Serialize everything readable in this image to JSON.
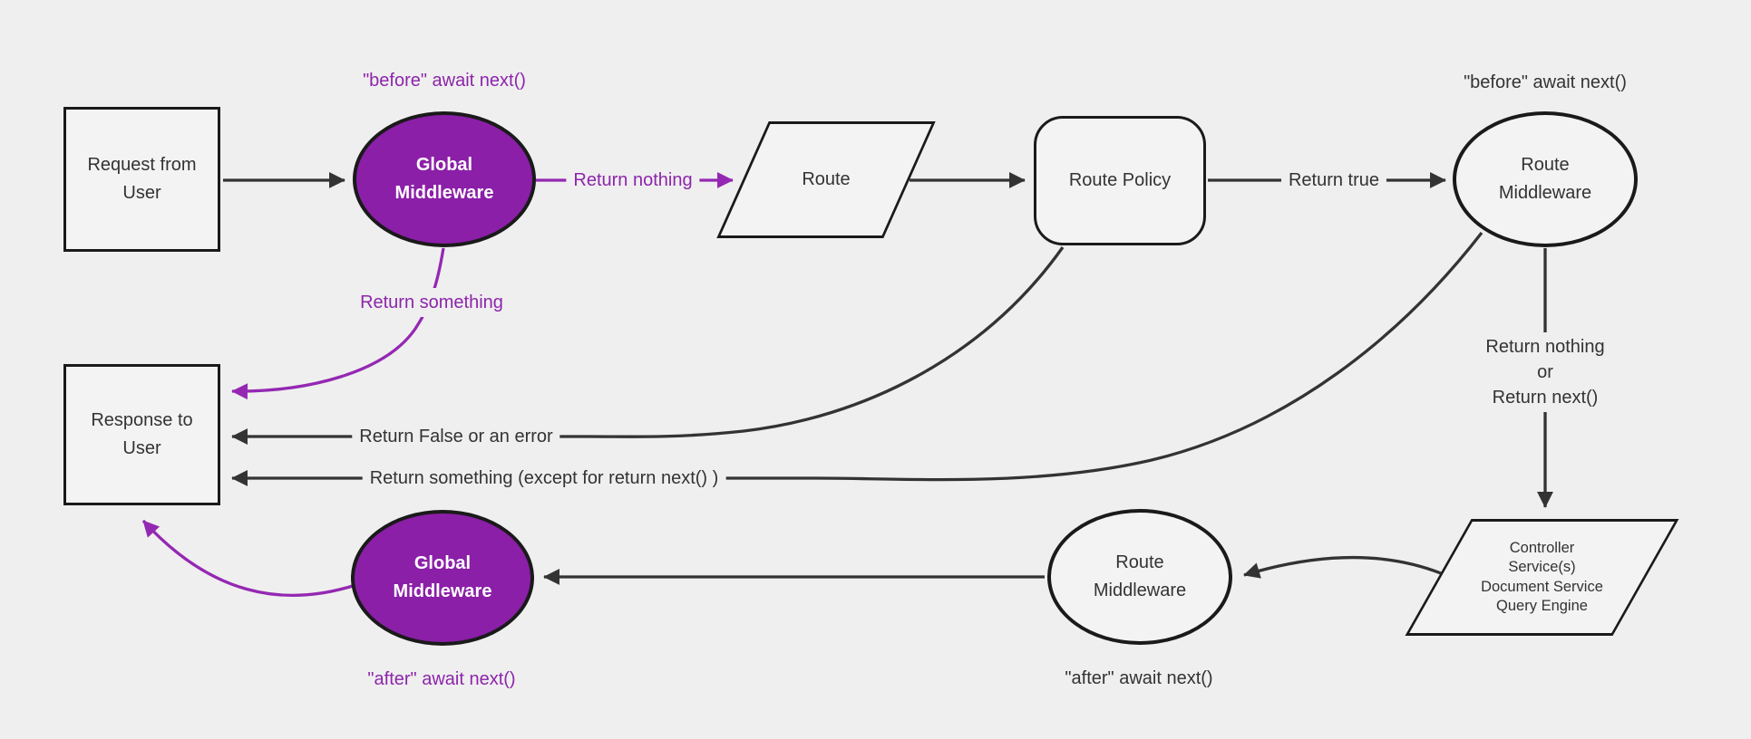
{
  "diagram": {
    "type": "flowchart",
    "background": "#efefef",
    "colors": {
      "node_fill": "#f3f3f3",
      "node_border": "#1a1a1a",
      "purple_fill": "#8b1fa8",
      "purple_line": "#9428b2",
      "purple_text": "#8d25ab",
      "edge_line": "#333333",
      "text": "#333333"
    },
    "nodes": {
      "request": {
        "label": "Request from\nUser",
        "shape": "rectangle"
      },
      "global_mw_top": {
        "label": "Global\nMiddleware",
        "shape": "ellipse-purple"
      },
      "route": {
        "label": "Route",
        "shape": "parallelogram"
      },
      "route_policy": {
        "label": "Route Policy",
        "shape": "rounded-rectangle"
      },
      "route_mw_top": {
        "label": "Route\nMiddleware",
        "shape": "ellipse"
      },
      "controller": {
        "label": "Controller\nService(s)\nDocument Service\nQuery Engine",
        "shape": "parallelogram"
      },
      "route_mw_bottom": {
        "label": "Route\nMiddleware",
        "shape": "ellipse"
      },
      "global_mw_bottom": {
        "label": "Global\nMiddleware",
        "shape": "ellipse-purple"
      },
      "response": {
        "label": "Response to\nUser",
        "shape": "rectangle"
      }
    },
    "labels": {
      "before_global": "\"before\" await next()",
      "before_route": "\"before\" await next()",
      "return_nothing": "Return nothing",
      "return_true": "Return true",
      "return_something": "Return something",
      "return_false": "Return False or an error",
      "return_something_except": "Return something (except for return next() )",
      "return_nothing_or": "Return nothing\nor\nReturn next()",
      "after_route": "\"after\" await next()",
      "after_global": "\"after\" await next()"
    },
    "edges": [
      {
        "from": "request",
        "to": "global_mw_top",
        "label": "",
        "color": "black"
      },
      {
        "from": "global_mw_top",
        "to": "route",
        "label": "Return nothing",
        "color": "purple"
      },
      {
        "from": "route",
        "to": "route_policy",
        "label": "",
        "color": "black"
      },
      {
        "from": "route_policy",
        "to": "route_mw_top",
        "label": "Return true",
        "color": "black"
      },
      {
        "from": "route_mw_top",
        "to": "controller",
        "label": "Return nothing\nor\nReturn next()",
        "color": "black"
      },
      {
        "from": "controller",
        "to": "route_mw_bottom",
        "label": "",
        "color": "black"
      },
      {
        "from": "route_mw_bottom",
        "to": "global_mw_bottom",
        "label": "",
        "color": "black"
      },
      {
        "from": "global_mw_bottom",
        "to": "response",
        "label": "",
        "color": "purple"
      },
      {
        "from": "global_mw_top",
        "to": "response",
        "label": "Return something",
        "color": "purple"
      },
      {
        "from": "route_policy",
        "to": "response",
        "label": "Return False or an error",
        "color": "black"
      },
      {
        "from": "route_mw_top",
        "to": "response",
        "label": "Return something (except for return next() )",
        "color": "black"
      }
    ]
  }
}
